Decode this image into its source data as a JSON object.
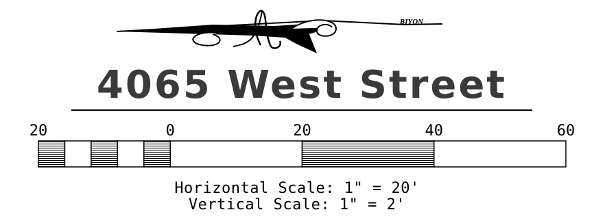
{
  "logo": {
    "text": "BIYON",
    "icon": "signature-flourish-icon"
  },
  "title": "4065 West Street",
  "scale_bar": {
    "tick_labels": [
      "20",
      "0",
      "20",
      "40",
      "60"
    ],
    "tick_values": [
      -20,
      0,
      20,
      40,
      60
    ],
    "segments": [
      {
        "from": -20,
        "to": -16,
        "fill": "hatched"
      },
      {
        "from": -16,
        "to": -12,
        "fill": "blank"
      },
      {
        "from": -12,
        "to": -8,
        "fill": "hatched"
      },
      {
        "from": -8,
        "to": -4,
        "fill": "blank"
      },
      {
        "from": -4,
        "to": 0,
        "fill": "hatched"
      },
      {
        "from": 0,
        "to": 20,
        "fill": "blank"
      },
      {
        "from": 20,
        "to": 40,
        "fill": "hatched"
      },
      {
        "from": 40,
        "to": 60,
        "fill": "blank"
      }
    ]
  },
  "horizontal_scale": "Horizontal Scale: 1\" = 20'",
  "vertical_scale": "Vertical Scale: 1\" = 2'"
}
